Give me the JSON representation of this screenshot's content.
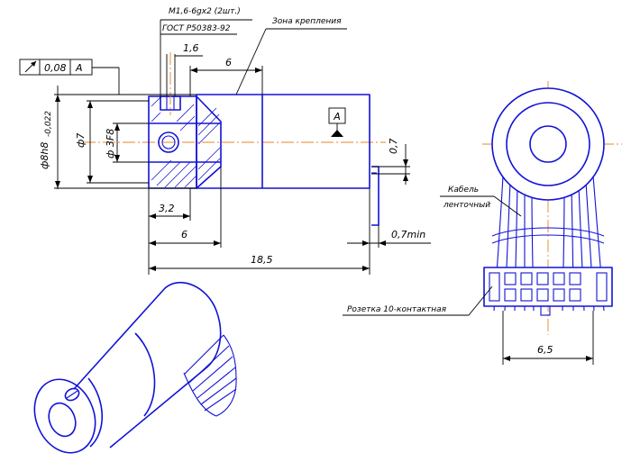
{
  "labels": {
    "thread": "M1,6-6gx2 (2шт.)",
    "standard": "ГОСТ Р50383-92",
    "mount_zone": "Зона крепления",
    "cable_line1": "Кабель",
    "cable_line2": "ленточный",
    "socket": "Розетка  10-контактная"
  },
  "tolerance": {
    "value": "0,08",
    "datum": "A"
  },
  "datum_label": "A",
  "dims": {
    "d_1_6": "1,6",
    "d_6_top": "6",
    "d_outer": "ф8h8",
    "d_outer_tol": "-0,022",
    "d_7": "ф7",
    "d_3f8": "ф 3F8",
    "d_0_7": "0,7",
    "d_3_2": "3,2",
    "d_6_bottom": "6",
    "d_0_7min": "0,7min",
    "d_18_5": "18,5",
    "d_6_5": "6,5"
  },
  "colors": {
    "object_lines": "#1212d6",
    "center_lines": "#e6842a",
    "dimension_lines": "#000000"
  }
}
